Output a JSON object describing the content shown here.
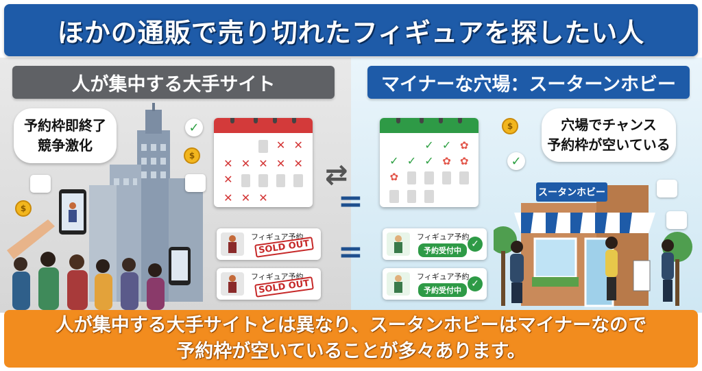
{
  "title": "ほかの通販で売り切れたフィギュアを探したい人",
  "left": {
    "heading": "人が集中する大手サイト",
    "bubble": [
      "予約枠即終了",
      "競争激化"
    ],
    "calendar": {
      "rows": [
        [
          "",
          "",
          "box",
          "x",
          "x"
        ],
        [
          "x",
          "x",
          "x",
          "x",
          "x"
        ],
        [
          "x",
          "box",
          "box",
          "box",
          "box"
        ],
        [
          "x",
          "x",
          "x",
          "",
          ""
        ]
      ]
    },
    "products": [
      {
        "label": "フィギュア予約",
        "stamp": "SOLD OUT"
      },
      {
        "label": "フィギュア予約",
        "stamp": "SOLD OUT"
      }
    ]
  },
  "right": {
    "heading": "マイナーな穴場：スーターンホビー",
    "bubble": [
      "穴場でチャンス",
      "予約枠が空いている"
    ],
    "shop_sign": "スータンホビー",
    "calendar": {
      "rows": [
        [
          "",
          "",
          "check",
          "check",
          "flower"
        ],
        [
          "check",
          "check",
          "check",
          "flower",
          "flower"
        ],
        [
          "flower",
          "box",
          "box",
          "box",
          "box"
        ],
        [
          "box",
          "box",
          "box",
          "",
          ""
        ]
      ]
    },
    "products": [
      {
        "label": "フィギュア予約",
        "badge": "予約受付中"
      },
      {
        "label": "フィギュア予約",
        "badge": "予約受付中"
      }
    ]
  },
  "footer": [
    "人が集中する大手サイトとは異なり、スータンホビーはマイナーなので",
    "予約枠が空いていることが多々あります。"
  ],
  "colors": {
    "title_bg": "#1e5ba8",
    "left_head": "#5f6165",
    "footer_bg": "#f28c1e",
    "sold_out": "#c62828",
    "available": "#2e9a46"
  },
  "icons": {
    "check": "✓",
    "cross": "✕",
    "flower": "✿",
    "coin": "$",
    "swap": "⇄"
  }
}
